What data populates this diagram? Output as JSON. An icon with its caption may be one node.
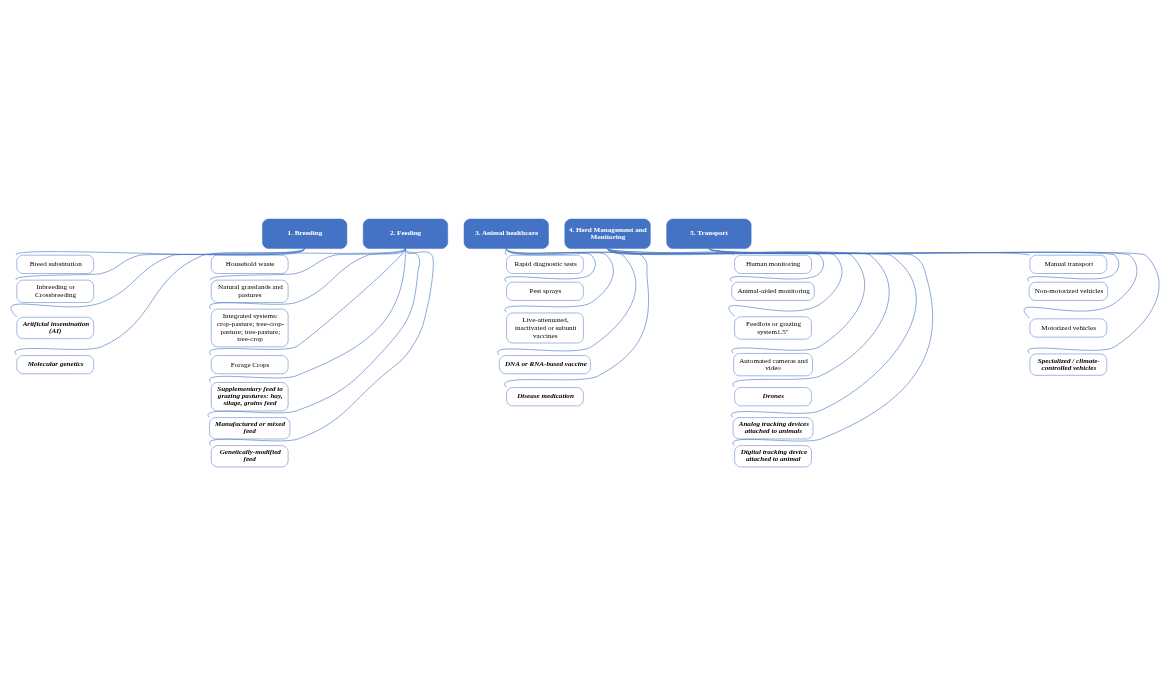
{
  "diagram": {
    "nodes": [
      {
        "text": [
          "1. Breeding"
        ]
      },
      {
        "text": [
          "Breed substitution"
        ]
      },
      {
        "text": [
          "Inbreeding or Crossbreeding"
        ]
      },
      {
        "text": [
          "Artificial insemination (AI)"
        ]
      },
      {
        "text": [
          "Molecular genetics"
        ]
      },
      {
        "text": [
          "2. Feeding"
        ]
      },
      {
        "text": [
          "Household waste"
        ]
      },
      {
        "text": [
          "Natural grasslands and pastures"
        ]
      },
      {
        "text": [
          "Integrated systems: crop-pasture; tree-crop-pasture; tree-pasture; tree-crop"
        ]
      },
      {
        "text": [
          "Forage Crops"
        ]
      },
      {
        "text": [
          "Supplementary feed to grazing pastures: hay, silage, grains feed"
        ]
      },
      {
        "text": [
          "Manufactured or mixed feed"
        ]
      },
      {
        "text": [
          "Genetically-modified feed"
        ]
      },
      {
        "text": [
          "3. Animal healthcare"
        ]
      },
      {
        "text": [
          "Rapid diagnostic tests"
        ]
      },
      {
        "text": [
          "Pest sprays"
        ]
      },
      {
        "text": [
          "Live-attenuated, inactivated or subunit vaccines"
        ]
      },
      {
        "text": [
          "DNA or RNA-based vaccine"
        ]
      },
      {
        "text": [
          "Disease medication"
        ]
      },
      {
        "text": [
          "4. Herd Management and Monitoring"
        ]
      },
      {
        "text": [
          "Human monitoring"
        ]
      },
      {
        "text": [
          "Animal-aided monitoring"
        ]
      },
      {
        "text": [
          "Feedlots or grazing system1.5\""
        ]
      },
      {
        "text": [
          "Automated cameras and video"
        ]
      },
      {
        "text": [
          "Drones"
        ]
      },
      {
        "text": [
          "Analog tracking devices attached to animals"
        ]
      },
      {
        "text": [
          "Digital tracking device attached to animal"
        ]
      },
      {
        "text": [
          "5. Transport"
        ]
      },
      {
        "text": [
          "Manual transport"
        ]
      },
      {
        "text": [
          "Non-motorized vehicles"
        ]
      },
      {
        "text": [
          "Motorized vehicles"
        ]
      },
      {
        "text": [
          "Specialized / climate-controlled vehicles"
        ]
      }
    ],
    "edges": [
      {
        "from": 0,
        "to": 1,
        "arrow": "none"
      },
      {
        "from": 0,
        "to": 2,
        "arrow": "none"
      },
      {
        "from": 0,
        "to": 3,
        "arrow": "none"
      },
      {
        "from": 0,
        "to": 4,
        "arrow": "none"
      },
      {
        "from": 5,
        "to": 6,
        "arrow": "none"
      },
      {
        "from": 5,
        "to": 7,
        "arrow": "none"
      },
      {
        "from": 5,
        "to": 8,
        "arrow": "none"
      },
      {
        "from": 5,
        "to": 9,
        "arrow": "none"
      },
      {
        "from": 5,
        "to": 10,
        "arrow": "none"
      },
      {
        "from": 5,
        "to": 11,
        "arrow": "none"
      },
      {
        "from": 5,
        "to": 12,
        "arrow": "none"
      },
      {
        "from": 13,
        "to": 14,
        "arrow": "none"
      },
      {
        "from": 13,
        "to": 15,
        "arrow": "none"
      },
      {
        "from": 13,
        "to": 16,
        "arrow": "none"
      },
      {
        "from": 13,
        "to": 17,
        "arrow": "none"
      },
      {
        "from": 13,
        "to": 18,
        "arrow": "none"
      },
      {
        "from": 19,
        "to": 20,
        "arrow": "none"
      },
      {
        "from": 19,
        "to": 21,
        "arrow": "none"
      },
      {
        "from": 19,
        "to": 22,
        "arrow": "none"
      },
      {
        "from": 19,
        "to": 23,
        "arrow": "none"
      },
      {
        "from": 19,
        "to": 24,
        "arrow": "none"
      },
      {
        "from": 19,
        "to": 25,
        "arrow": "none"
      },
      {
        "from": 19,
        "to": 26,
        "arrow": "none"
      },
      {
        "from": 27,
        "to": 28,
        "arrow": "none"
      },
      {
        "from": 27,
        "to": 29,
        "arrow": "none"
      },
      {
        "from": 27,
        "to": 30,
        "arrow": "none"
      },
      {
        "from": 27,
        "to": 31,
        "arrow": "none"
      }
    ]
  }
}
